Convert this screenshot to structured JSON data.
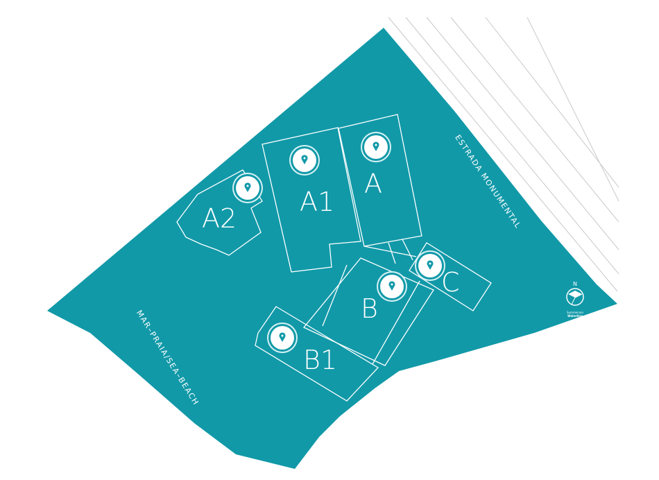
{
  "colors": {
    "site": "#1199a8",
    "outline": "#ffffff",
    "road_lines": "#c8c8c8"
  },
  "buildings": [
    {
      "id": "A",
      "label": "A"
    },
    {
      "id": "A1",
      "label": "A1"
    },
    {
      "id": "A2",
      "label": "A2"
    },
    {
      "id": "B",
      "label": "B"
    },
    {
      "id": "B1",
      "label": "B1"
    },
    {
      "id": "C",
      "label": "C"
    }
  ],
  "streets": {
    "road": "ESTRADA MONUMENTAL",
    "sea": "MAR–PRAIA/SEA–BEACH"
  },
  "compass": {
    "north": "N",
    "brand_line1": "Summerson",
    "brand_line2": "Waterline"
  },
  "icons": {
    "pin": "map-pin-icon",
    "compass": "compass-icon"
  }
}
